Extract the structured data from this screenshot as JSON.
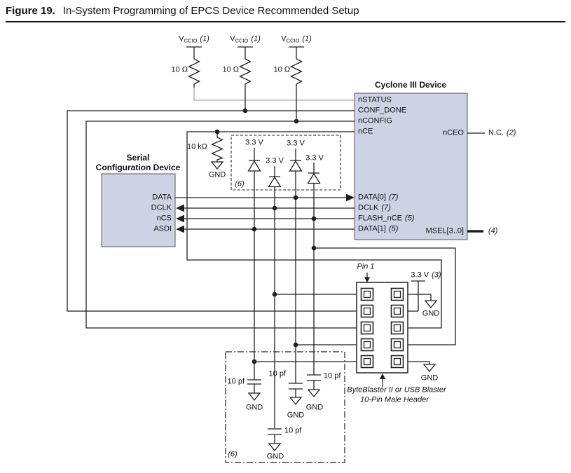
{
  "figure": {
    "label": "Figure 19.",
    "title": "In-System Programming of EPCS Device Recommended Setup"
  },
  "colors": {
    "block_fill": "#cdd3e4",
    "wire": "#1f1f1f",
    "wire_gray": "#a9a9a9"
  },
  "vccio": {
    "v": "V",
    "sub": "CCIO",
    "note": "(1)"
  },
  "resistors": {
    "pullup_value": "10 Ω",
    "pulldown_value": "10 kΩ"
  },
  "labels": {
    "gnd": "GND"
  },
  "diode_section": {
    "voltage": "3.3 V",
    "note": "(6)"
  },
  "cap_section": {
    "value": "10 pf",
    "note": "(6)"
  },
  "cyclone": {
    "title": "Cyclone III Device",
    "pins_top": [
      "nSTATUS",
      "CONF_DONE",
      "nCONFIG",
      "nCE"
    ],
    "pins_bottom": [
      {
        "name": "DATA[0]",
        "note": "(7)"
      },
      {
        "name": "DCLK",
        "note": "(7)"
      },
      {
        "name": "FLASH_nCE",
        "note": "(5)"
      },
      {
        "name": "DATA[1]",
        "note": "(5)"
      }
    ],
    "pin_nceo": "nCEO",
    "nceo_conn": {
      "label": "N.C.",
      "note": "(2)"
    },
    "pin_msel": "MSEL[3..0]",
    "msel_note": "(4)"
  },
  "serial": {
    "title1": "Serial",
    "title2": "Configuration Device",
    "pins": [
      "DATA",
      "DCLK",
      "nCS",
      "ASDI"
    ]
  },
  "header10": {
    "pin1": "Pin 1",
    "v33": "3.3 V",
    "v33_note": "(3)",
    "caption1": "ByteBlaster II or USB Blaster",
    "caption2": "10-Pin Male Header"
  }
}
